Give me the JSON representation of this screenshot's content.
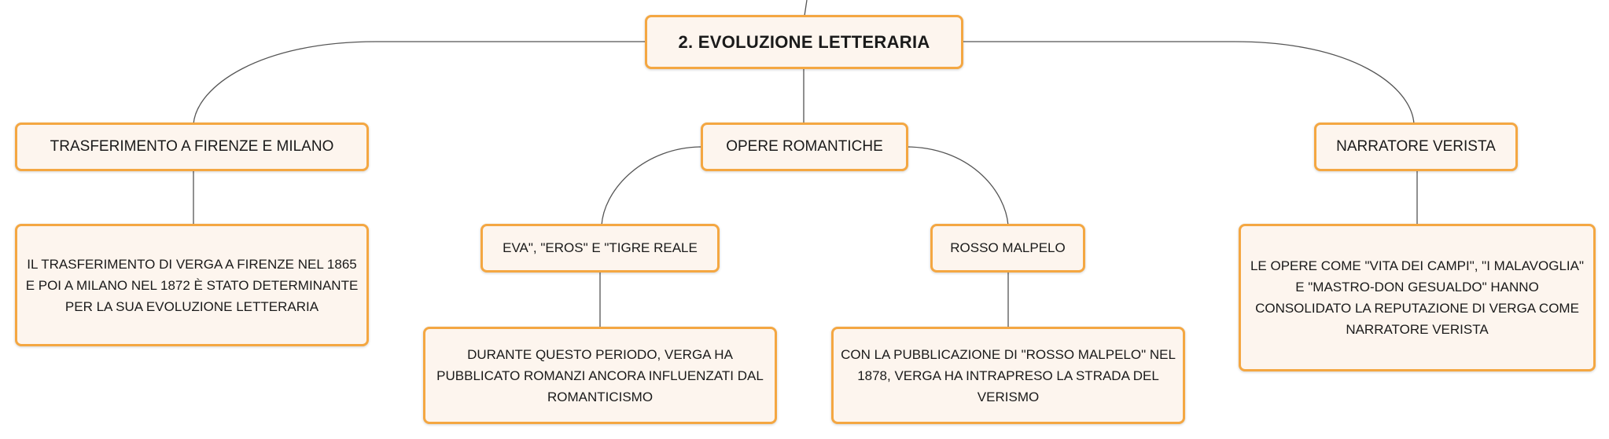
{
  "root": {
    "label": "2. EVOLUZIONE LETTERARIA"
  },
  "branches": {
    "firenze": {
      "label": "TRASFERIMENTO A FIRENZE E MILANO",
      "desc": "IL TRASFERIMENTO DI VERGA A FIRENZE NEL 1865 E POI A MILANO NEL 1872 È STATO DETERMINANTE PER LA SUA EVOLUZIONE LETTERARIA"
    },
    "romantiche": {
      "label": "OPERE ROMANTICHE",
      "eva": {
        "label": "EVA\", \"EROS\" E \"TIGRE REALE",
        "desc": "DURANTE QUESTO PERIODO, VERGA HA PUBBLICATO ROMANZI ANCORA INFLUENZATI DAL ROMANTICISMO"
      },
      "rosso": {
        "label": "ROSSO MALPELO",
        "desc": "CON LA PUBBLICAZIONE DI \"ROSSO MALPELO\" NEL 1878, VERGA HA INTRAPRESO LA STRADA DEL VERISMO"
      }
    },
    "verista": {
      "label": "NARRATORE VERISTA",
      "desc": "LE OPERE COME \"VITA DEI CAMPI\", \"I MALAVOGLIA\" E \"MASTRO-DON GESUALDO\" HANNO CONSOLIDATO LA REPUTAZIONE DI VERGA COME NARRATORE VERISTA"
    }
  }
}
